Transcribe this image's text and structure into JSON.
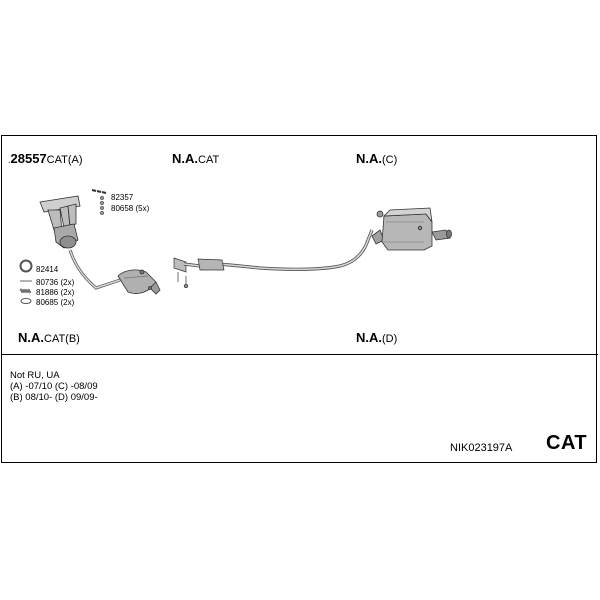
{
  "labels": {
    "tl": {
      "bold": "28557",
      "small": "CAT(A)",
      "prefix": "."
    },
    "tm": {
      "bold": "N.A.",
      "small": "CAT"
    },
    "tr": {
      "bold": "N.A.",
      "small": "(C)"
    },
    "bl": {
      "bold": "N.A.",
      "small": "CAT(B)"
    },
    "br": {
      "bold": "N.A.",
      "small": "(D)"
    }
  },
  "parts": [
    "82357",
    "80658 (5x)",
    "82414",
    "80736 (2x)",
    "81886 (2x)",
    "80685 (2x)"
  ],
  "notes": [
    "Not RU, UA",
    "(A) -07/10 (C) -08/09",
    "(B) 08/10- (D) 09/09-"
  ],
  "reference": "NIK023197A",
  "category": "CAT",
  "icons": [
    "exhaust-manifold-icon",
    "bolt-icon",
    "ring-gasket-icon",
    "spring-icon",
    "clamp-icon",
    "catalytic-converter-icon",
    "muffler-icon"
  ]
}
